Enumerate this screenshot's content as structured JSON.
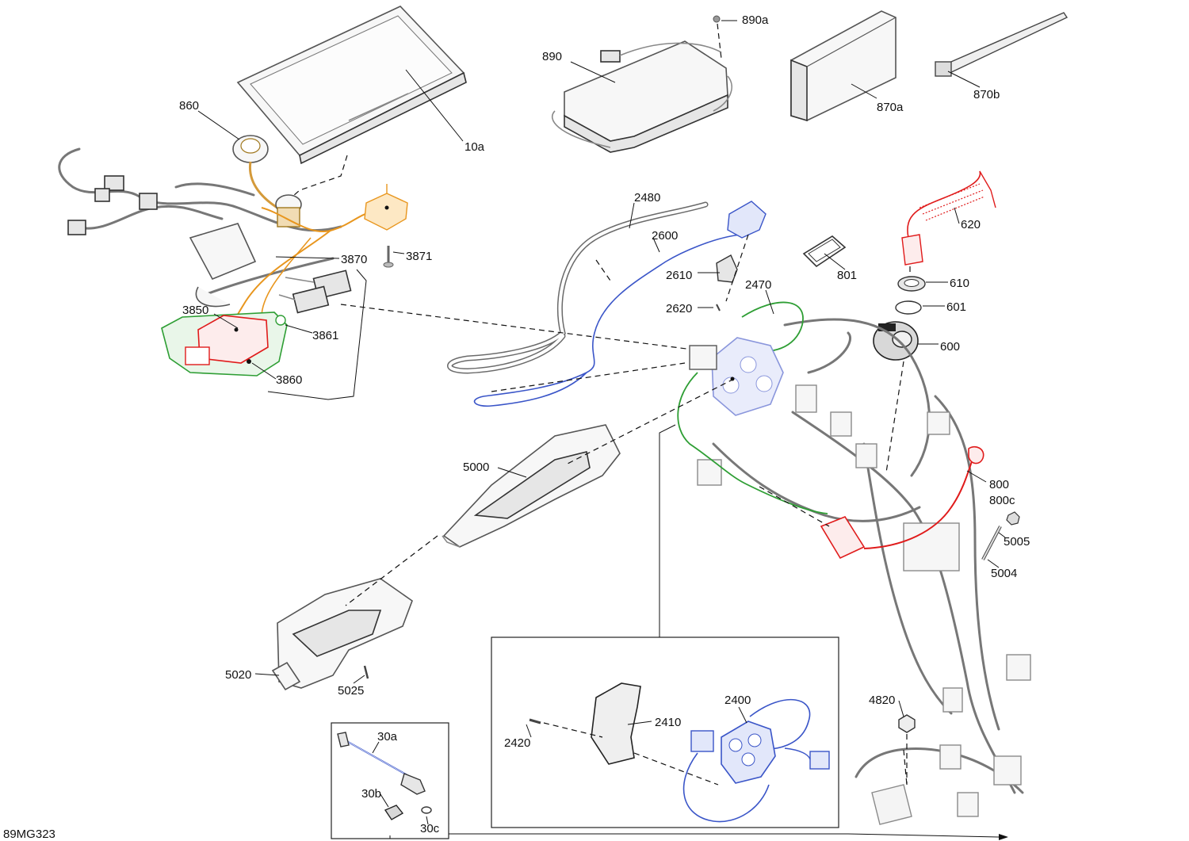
{
  "diagram": {
    "ref_code": "89MG323",
    "colors": {
      "orange": "#e8961e",
      "green": "#2e9e34",
      "red": "#e01b1b",
      "blue": "#3a55c8",
      "ink": "#111111",
      "line_gray": "#9a9a9a"
    },
    "labels": {
      "l10a": "10a",
      "l860": "860",
      "l890": "890",
      "l890a": "890a",
      "l870a": "870a",
      "l870b": "870b",
      "l2480": "2480",
      "l2600": "2600",
      "l2610": "2610",
      "l2620": "2620",
      "l2470": "2470",
      "l801": "801",
      "l620": "620",
      "l610": "610",
      "l601": "601",
      "l600": "600",
      "l3870": "3870",
      "l3871": "3871",
      "l3850": "3850",
      "l3861": "3861",
      "l3860": "3860",
      "l5000": "5000",
      "l5020": "5020",
      "l5025": "5025",
      "l800": "800",
      "l800c": "800c",
      "l5005": "5005",
      "l5004": "5004",
      "l4820": "4820",
      "l2400": "2400",
      "l2410": "2410",
      "l2420": "2420",
      "l30a": "30a",
      "l30b": "30b",
      "l30c": "30c"
    }
  }
}
